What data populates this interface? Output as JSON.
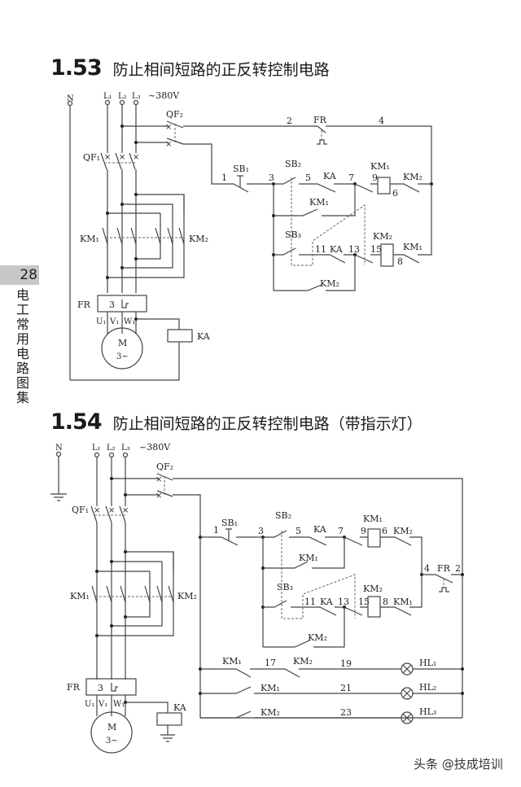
{
  "page": {
    "page_number": "28",
    "side_title": "电工常用电路图集",
    "watermark": "头条 @技成培训"
  },
  "diagrams": [
    {
      "number": "1.53",
      "title": "防止相间短路的正反转控制电路",
      "labels": {
        "N": "N",
        "L1": "L₁",
        "L2": "L₂",
        "L3": "L₃",
        "voltage": "~380V",
        "QF1": "QF₁",
        "QF2": "QF₂",
        "KM1": "KM₁",
        "KM2": "KM₂",
        "FR": "FR",
        "FR_count": "3",
        "U1": "U₁",
        "V1": "V₁",
        "W1": "W₁",
        "motor": "M",
        "motor_phase": "3~",
        "KA": "KA",
        "SB1": "SB₁",
        "SB2": "SB₂",
        "SB3": "SB₃",
        "n1": "1",
        "n2": "2",
        "n3": "3",
        "n4": "4",
        "n5": "5",
        "n6": "6",
        "n7": "7",
        "n8": "8",
        "n9": "9",
        "n11": "11",
        "n13": "13",
        "n15": "15"
      }
    },
    {
      "number": "1.54",
      "title": "防止相间短路的正反转控制电路（带指示灯）",
      "labels": {
        "N": "N",
        "L1": "L₁",
        "L2": "L₂",
        "L3": "L₃",
        "voltage": "~380V",
        "QF1": "QF₁",
        "QF2": "QF₂",
        "KM1": "KM₁",
        "KM2": "KM₂",
        "FR": "FR",
        "FR_count": "3",
        "U1": "U₁",
        "V1": "V₁",
        "W1": "W₁",
        "motor": "M",
        "motor_phase": "3~",
        "KA": "KA",
        "SB1": "SB₁",
        "SB2": "SB₂",
        "SB3": "SB₃",
        "HL1": "HL₁",
        "HL2": "HL₂",
        "HL3": "HL₃",
        "n1": "1",
        "n2": "2",
        "n3": "3",
        "n4": "4",
        "n5": "5",
        "n6": "6",
        "n7": "7",
        "n8": "8",
        "n9": "9",
        "n11": "11",
        "n13": "13",
        "n15": "15",
        "n17": "17",
        "n19": "19",
        "n21": "21",
        "n23": "23"
      }
    }
  ]
}
